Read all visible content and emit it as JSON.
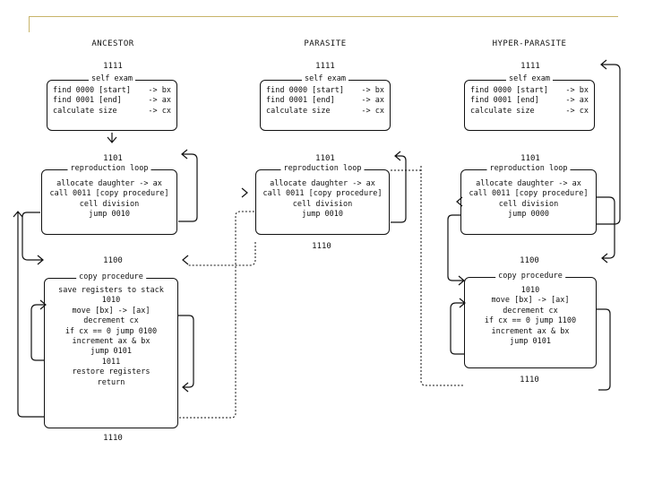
{
  "columns": [
    {
      "title": "ANCESTOR",
      "blocks": [
        {
          "addr_top": "1111",
          "label": "self exam",
          "lines": [
            [
              "find 0000 [start]",
              "-> bx"
            ],
            [
              "find 0001  [end]",
              "-> ax"
            ],
            [
              "calculate size",
              "-> cx"
            ]
          ]
        },
        {
          "addr_top": "1101",
          "label": "reproduction loop",
          "lines": [
            "allocate daughter -> ax",
            "call 0011 [copy procedure]",
            "cell division",
            "jump 0010"
          ]
        },
        {
          "addr_top": "1100",
          "label": "copy procedure",
          "lines": [
            "save registers to stack",
            "1010",
            "move [bx] -> [ax]",
            "decrement cx",
            "if cx == 0 jump 0100",
            "increment ax & bx",
            "jump 0101",
            "1011",
            "restore registers",
            "return"
          ],
          "addr_bottom": "1110"
        }
      ]
    },
    {
      "title": "PARASITE",
      "blocks": [
        {
          "addr_top": "1111",
          "label": "self exam",
          "lines": [
            [
              "find 0000 [start]",
              "-> bx"
            ],
            [
              "find 0001  [end]",
              "-> ax"
            ],
            [
              "calculate size",
              "-> cx"
            ]
          ]
        },
        {
          "addr_top": "1101",
          "label": "reproduction loop",
          "lines": [
            "allocate daughter -> ax",
            "call 0011 [copy procedure]",
            "cell division",
            "jump 0010"
          ],
          "addr_bottom": "1110"
        }
      ]
    },
    {
      "title": "HYPER-PARASITE",
      "blocks": [
        {
          "addr_top": "1111",
          "label": "self exam",
          "lines": [
            [
              "find 0000 [start]",
              "-> bx"
            ],
            [
              "find 0001  [end]",
              "-> ax"
            ],
            [
              "calculate size",
              "-> cx"
            ]
          ]
        },
        {
          "addr_top": "1101",
          "label": "reproduction loop",
          "lines": [
            "allocate daughter -> ax",
            "call 0011 [copy procedure]",
            "cell division",
            "jump 0000"
          ]
        },
        {
          "addr_top": "1100",
          "label": "copy procedure",
          "lines": [
            "1010",
            "move [bx] -> [ax]",
            "decrement cx",
            "if cx == 0 jump 1100",
            "increment ax & bx",
            "jump 0101"
          ],
          "addr_bottom": "1110"
        }
      ]
    }
  ]
}
